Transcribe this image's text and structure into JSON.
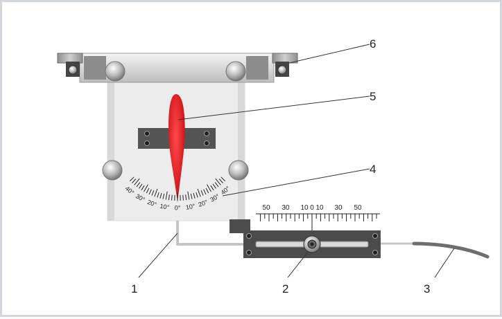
{
  "callouts": [
    {
      "id": "1",
      "label": "1"
    },
    {
      "id": "2",
      "label": "2"
    },
    {
      "id": "3",
      "label": "3"
    },
    {
      "id": "4",
      "label": "4"
    },
    {
      "id": "5",
      "label": "5"
    },
    {
      "id": "6",
      "label": "6"
    }
  ],
  "angle_scale": {
    "labels": [
      "40°",
      "30°",
      "20°",
      "10°",
      "0°",
      "10°",
      "20°",
      "30°",
      "40°"
    ]
  },
  "linear_scale": {
    "labels": [
      "50",
      "30",
      "10",
      "0",
      "10",
      "30",
      "50"
    ]
  },
  "colors": {
    "panel": "#ececec",
    "panel_edge": "#d6d6d6",
    "dark_metal": "#4d4d4d",
    "airfoil": "#e0161b",
    "frame_border": "#d3d7dc"
  }
}
